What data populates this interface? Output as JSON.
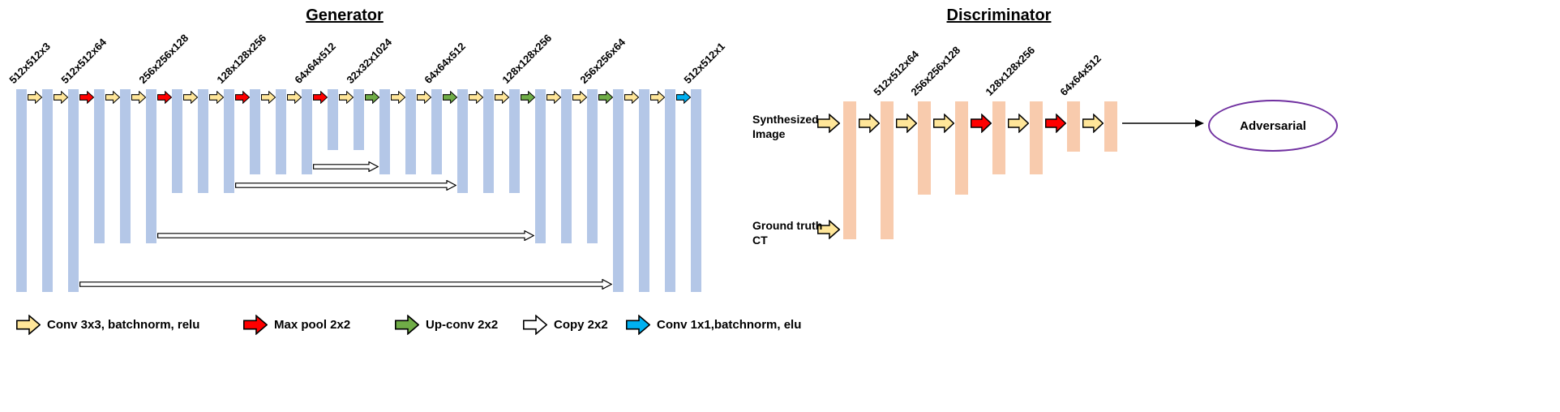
{
  "generator": {
    "title": "Generator",
    "levels": {
      "512": 250,
      "256": 190,
      "128": 128,
      "64": 105,
      "32": 75
    },
    "bars": [
      {
        "level": "512",
        "label": "512x512x3"
      },
      {
        "level": "512"
      },
      {
        "level": "512",
        "label": "512x512x64"
      },
      {
        "level": "256"
      },
      {
        "level": "256"
      },
      {
        "level": "256",
        "label": "256x256x128"
      },
      {
        "level": "128"
      },
      {
        "level": "128"
      },
      {
        "level": "128",
        "label": "128x128x256"
      },
      {
        "level": "64"
      },
      {
        "level": "64"
      },
      {
        "level": "64",
        "label": "64x64x512"
      },
      {
        "level": "32"
      },
      {
        "level": "32",
        "label": "32x32x1024"
      },
      {
        "level": "64"
      },
      {
        "level": "64"
      },
      {
        "level": "64",
        "label": "64x64x512"
      },
      {
        "level": "128"
      },
      {
        "level": "128"
      },
      {
        "level": "128",
        "label": "128x128x256"
      },
      {
        "level": "256"
      },
      {
        "level": "256"
      },
      {
        "level": "256",
        "label": "256x256x64"
      },
      {
        "level": "512"
      },
      {
        "level": "512"
      },
      {
        "level": "512"
      },
      {
        "level": "512",
        "label": "512x512x1"
      }
    ],
    "arrows": [
      "conv",
      "conv",
      "pool",
      "conv",
      "conv",
      "pool",
      "conv",
      "conv",
      "pool",
      "conv",
      "conv",
      "pool",
      "conv",
      "upconv",
      "conv",
      "conv",
      "upconv",
      "conv",
      "conv",
      "upconv",
      "conv",
      "conv",
      "upconv",
      "conv",
      "conv",
      "conv1x1"
    ],
    "skips": [
      {
        "from": 11,
        "to": 14,
        "level": "64"
      },
      {
        "from": 8,
        "to": 17,
        "level": "128"
      },
      {
        "from": 5,
        "to": 20,
        "level": "256"
      },
      {
        "from": 2,
        "to": 23,
        "level": "512"
      }
    ]
  },
  "discriminator": {
    "title": "Discriminator",
    "inputs": [
      {
        "label": "Synthesized Image"
      },
      {
        "label": "Ground truth CT"
      }
    ],
    "bars": [
      {
        "h": 170
      },
      {
        "h": 170,
        "label": "512x512x64"
      },
      {
        "h": 115,
        "label": "256x256x128"
      },
      {
        "h": 115
      },
      {
        "h": 90,
        "label": "128x128x256"
      },
      {
        "h": 90
      },
      {
        "h": 62,
        "label": "64x64x512"
      },
      {
        "h": 62
      }
    ],
    "arrows": [
      "conv",
      "conv",
      "conv",
      "pool",
      "conv",
      "pool",
      "conv"
    ],
    "output_label": "Adversarial"
  },
  "legend": {
    "items": [
      {
        "type": "conv",
        "label": "Conv 3x3, batchnorm, relu"
      },
      {
        "type": "pool",
        "label": "Max pool 2x2"
      },
      {
        "type": "upconv",
        "label": "Up-conv 2x2"
      },
      {
        "type": "copy",
        "label": "Copy 2x2"
      },
      {
        "type": "conv1x1",
        "label": "Conv 1x1,batchnorm, elu"
      }
    ]
  },
  "colors": {
    "generator_bar": "#b4c7e7",
    "discriminator_bar": "#f8cbad",
    "ellipse_border": "#7030a0",
    "arrows": {
      "conv": "#ffe699",
      "pool": "#ff0000",
      "upconv": "#70ad47",
      "copy": "#ffffff",
      "conv1x1": "#00b0f0"
    }
  }
}
